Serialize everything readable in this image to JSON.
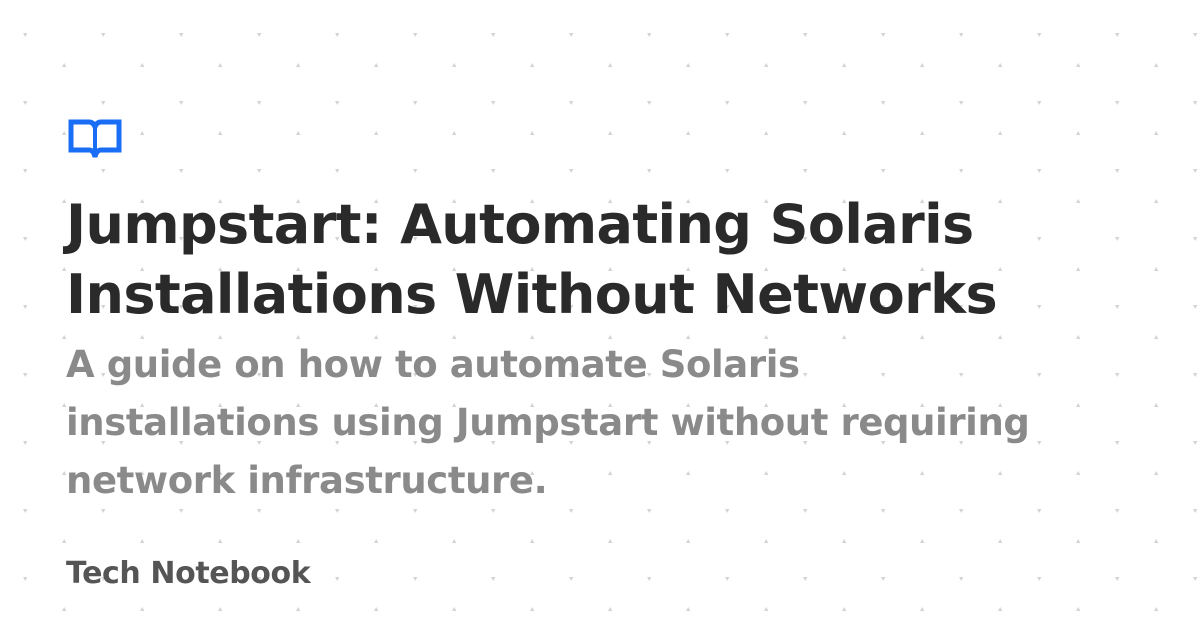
{
  "card": {
    "title": "Jumpstart: Automating Solaris\nInstallations Without Networks",
    "subtitle": "A guide on how to automate Solaris\ninstallations using Jumpstart without requiring\nnetwork infrastructure.",
    "site_name": "Tech Notebook",
    "logo_icon": "book-icon"
  },
  "colors": {
    "background": "#ffffff",
    "pattern": "#d0d0d0",
    "title": "#2a2a2a",
    "subtitle": "#8a8a8a",
    "site_name": "#555555",
    "accent": "#1a6df5"
  }
}
